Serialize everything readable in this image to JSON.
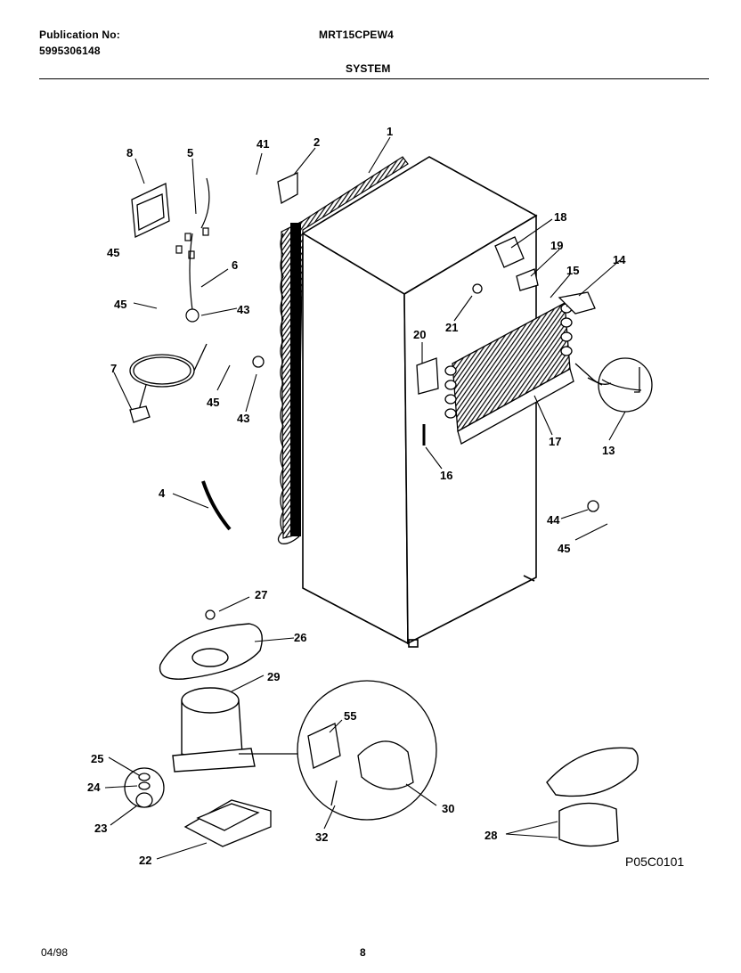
{
  "header": {
    "publication_label": "Publication No:",
    "publication_number": "5995306148",
    "model": "MRT15CPEW4",
    "section": "SYSTEM"
  },
  "callouts": [
    "1",
    "2",
    "41",
    "8",
    "5",
    "45",
    "6",
    "45",
    "43",
    "7",
    "45",
    "43",
    "18",
    "19",
    "15",
    "14",
    "21",
    "20",
    "13",
    "17",
    "16",
    "4",
    "44",
    "45",
    "27",
    "26",
    "29",
    "55",
    "25",
    "24",
    "23",
    "30",
    "32",
    "22",
    "28"
  ],
  "diagram_code": "P05C0101",
  "footer": {
    "date": "04/98",
    "page": "8"
  }
}
